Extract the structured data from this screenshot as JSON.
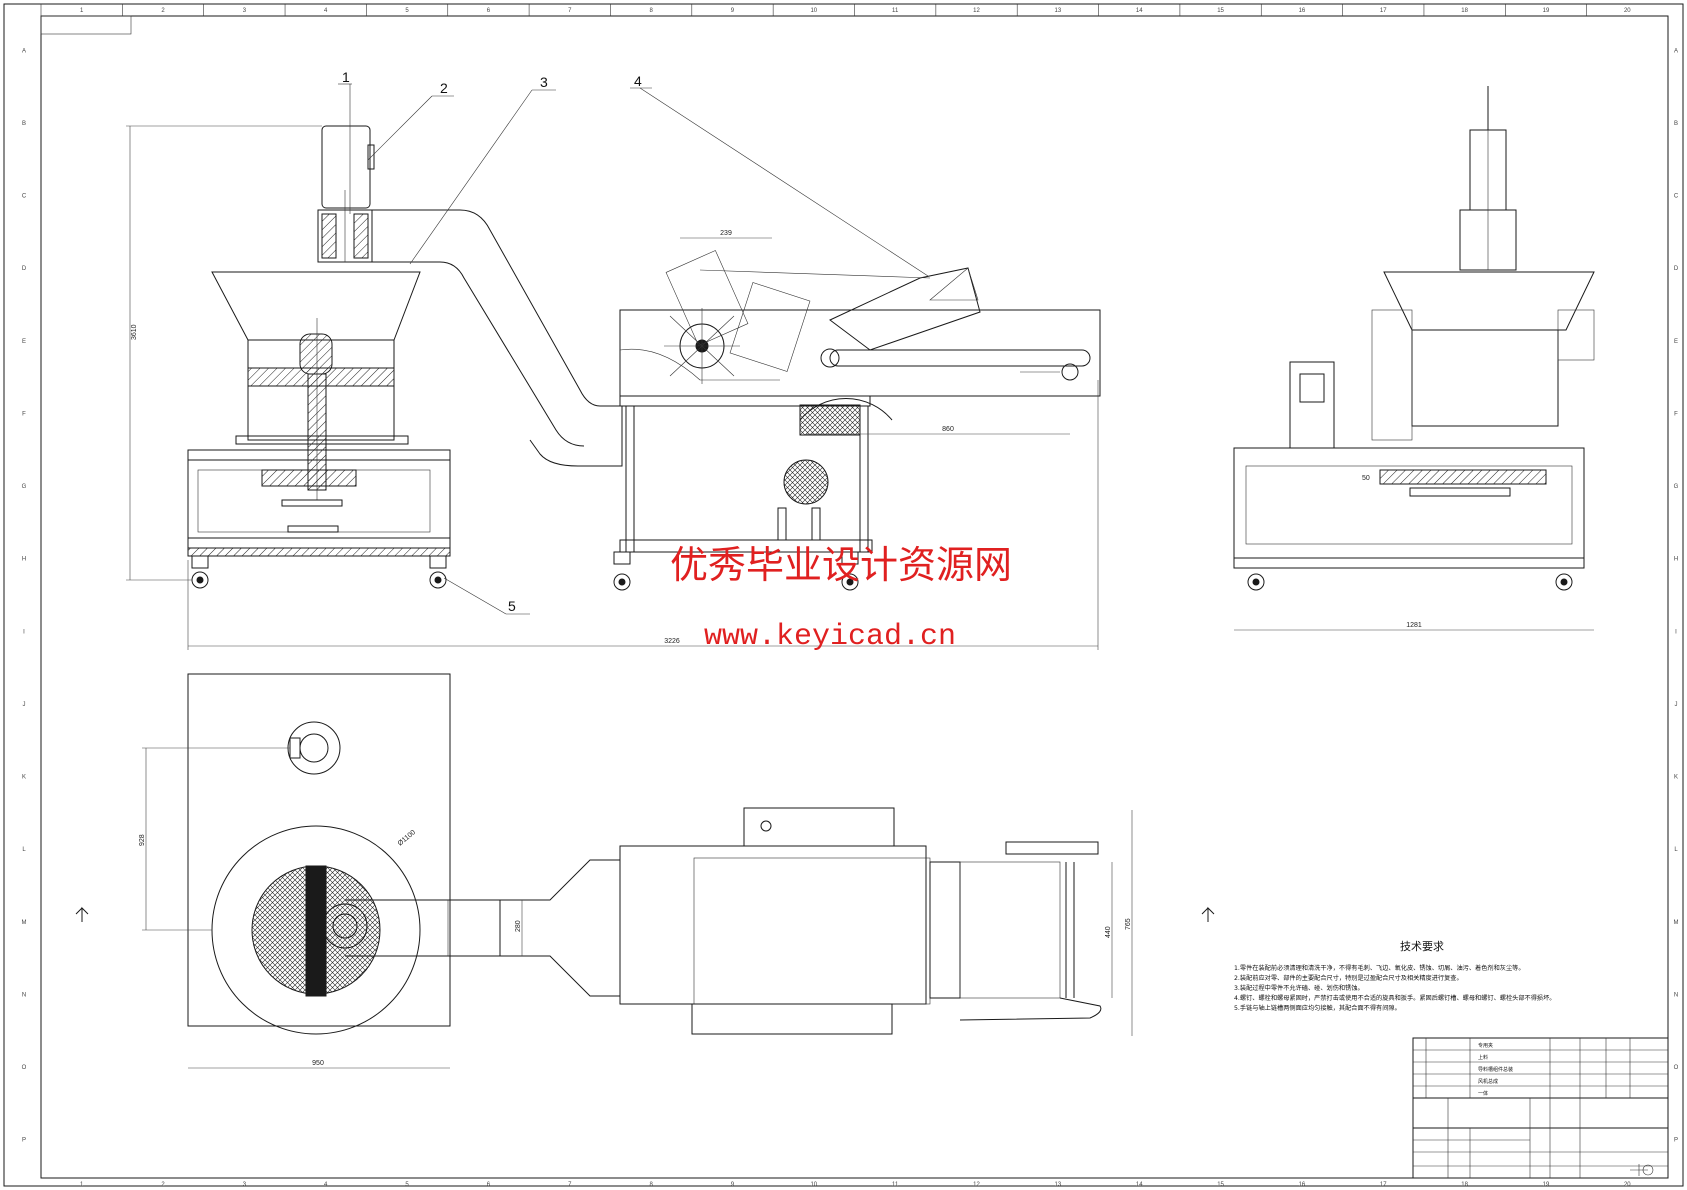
{
  "drawing": {
    "part_labels": [
      "1",
      "2",
      "3",
      "4",
      "5"
    ],
    "dimensions": {
      "total_height": "3610",
      "total_length": "3226",
      "end_view_width": "1281",
      "drum_offset": "860",
      "cutter_span": "239",
      "plan_width": "950",
      "plan_offset": "928",
      "plan_duct": "280",
      "plan_conveyor_a": "440",
      "plan_conveyor_b": "765",
      "plan_diameter": "Ø1100",
      "end_height_dim": "50"
    },
    "col_numbers": [
      "1",
      "2",
      "3",
      "4",
      "5",
      "6",
      "7",
      "8",
      "9",
      "10",
      "11",
      "12",
      "13",
      "14",
      "15",
      "16",
      "17",
      "18",
      "19",
      "20"
    ],
    "row_letters": [
      "A",
      "B",
      "C",
      "D",
      "E",
      "F",
      "G",
      "H",
      "I",
      "J",
      "K",
      "L",
      "M",
      "N",
      "O",
      "P"
    ]
  },
  "watermark": {
    "title": "优秀毕业设计资源网",
    "url": "www.keyicad.cn"
  },
  "tech_requirements": {
    "title": "技术要求",
    "items": [
      "1.零件在装配前必须清理和清洗干净，不得有毛刺、飞边、氧化皮、锈蚀、切屑、油污、着色剂和灰尘等。",
      "2.装配前应对零、部件的主要配合尺寸，特别是过盈配合尺寸及相关精度进行复查。",
      "3.装配过程中零件不允许磕、碰、划伤和锈蚀。",
      "4.螺钉、螺栓和螺母紧固时，严禁打击或使用不合适的旋具和扳手。紧固后螺钉槽、螺母和螺钉、螺栓头部不得损坏。",
      "5.手链与轴上链槽两侧面应均匀接触，其配合面不得有间隙。"
    ]
  },
  "title_block": {
    "rows": [
      "专用夹",
      "上料",
      "导料槽组件总装",
      "风机总成",
      "一体"
    ]
  },
  "colors": {
    "line": "#1a1a1a",
    "watermark": "#e02020",
    "background": "#ffffff"
  }
}
